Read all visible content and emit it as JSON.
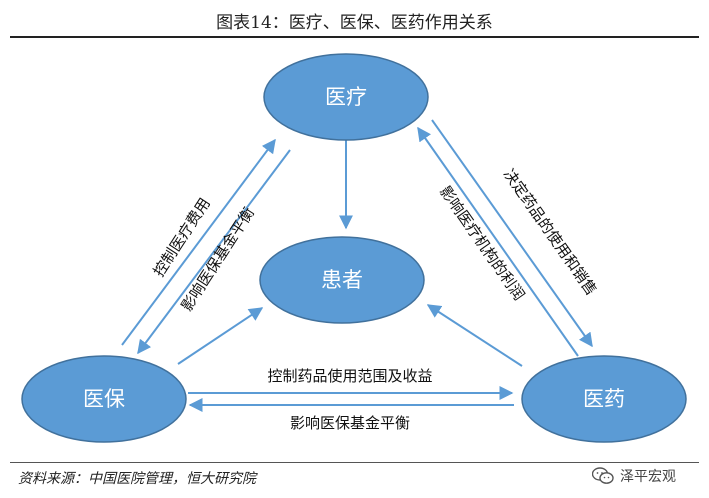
{
  "figure": {
    "title": "图表14：医疗、医保、医药作用关系",
    "source": "资料来源：中国医院管理，恒大研究院",
    "watermark": "泽平宏观"
  },
  "nodes": {
    "yiliao": "医疗",
    "huanzhe": "患者",
    "yibao": "医保",
    "yiyao": "医药"
  },
  "edges": {
    "yibao_to_yiliao": "控制医疗费用",
    "yiliao_to_yibao": "影响医保基金平衡",
    "yiliao_to_yiyao": "决定药品的使用和销售",
    "yiyao_to_yiliao": "影响医疗机构的利润",
    "yibao_to_yiyao": "控制药品使用范围及收益",
    "yiyao_to_yibao": "影响医保基金平衡"
  },
  "colors": {
    "node_fill": "#5B9BD5",
    "node_stroke": "#41719C",
    "arrow": "#5B9BD5"
  }
}
